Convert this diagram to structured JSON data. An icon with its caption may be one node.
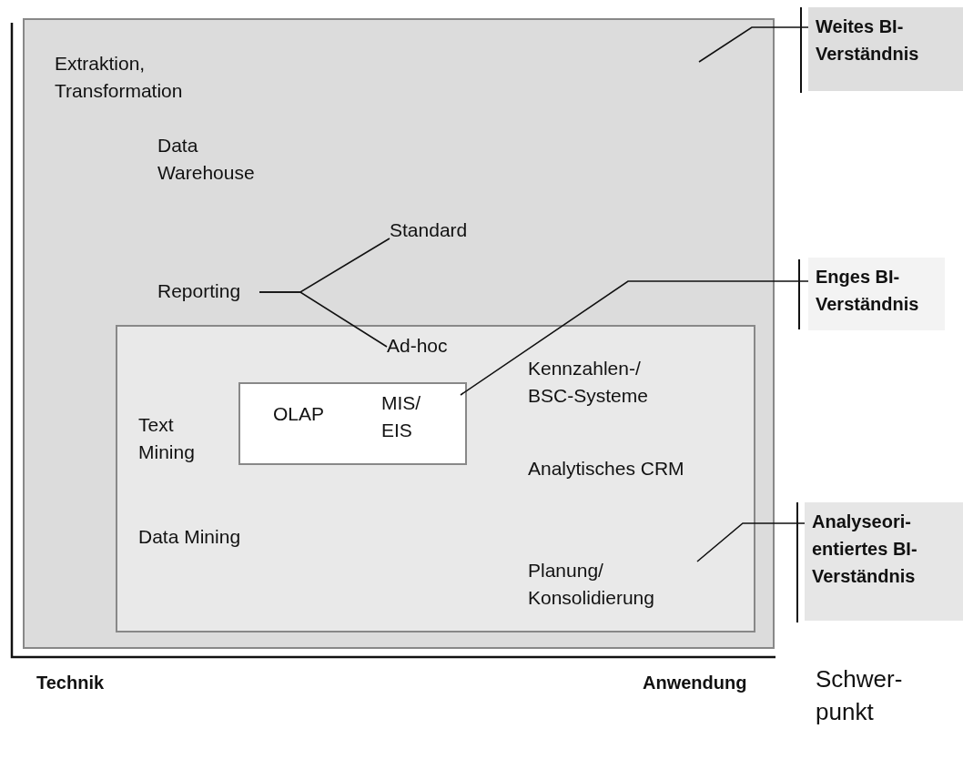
{
  "diagram": {
    "nodes": [
      {
        "text": [],
        "shape": "box"
      },
      {
        "text": [
          "Extraktion, Transformation"
        ],
        "in": 0
      },
      {
        "text": [
          "Data Warehouse"
        ],
        "in": 0
      },
      {
        "text": [
          "Standard"
        ],
        "in": 0
      },
      {
        "text": [
          "Reporting"
        ],
        "in": 0
      },
      {
        "text": [],
        "shape": "box",
        "in": 0
      },
      {
        "text": [
          "Ad-hoc"
        ],
        "in": 5
      },
      {
        "text": [
          "OLAP",
          "MIS/ EIS"
        ],
        "in": 5
      },
      {
        "text": [
          "Kennzahlen-/ BSC-Systeme"
        ],
        "in": 5
      },
      {
        "text": [
          "Text Mining"
        ],
        "in": 5
      },
      {
        "text": [
          "Analytisches CRM"
        ],
        "in": 5
      },
      {
        "text": [
          "Data Mining"
        ],
        "in": 5
      },
      {
        "text": [
          "Planung/ Konsolidierung"
        ],
        "in": 5
      },
      {
        "text": [
          "Weites BI- Verständnis"
        ]
      },
      {
        "text": [
          "Enges BI- Verständnis"
        ]
      },
      {
        "text": [
          "Analyseori- entiertes BI- Verständnis"
        ]
      }
    ],
    "edges": [
      {
        "from": 4,
        "to": 3,
        "arrow": "none"
      },
      {
        "from": 4,
        "to": 6,
        "arrow": "none"
      },
      {
        "from": 13,
        "to": 0,
        "arrow": "none"
      },
      {
        "from": 14,
        "to": 7,
        "arrow": "none"
      },
      {
        "from": 15,
        "to": 5,
        "arrow": "none"
      }
    ],
    "labels": [
      "Technik",
      "Anwendung",
      "Schwer- punkt"
    ]
  }
}
